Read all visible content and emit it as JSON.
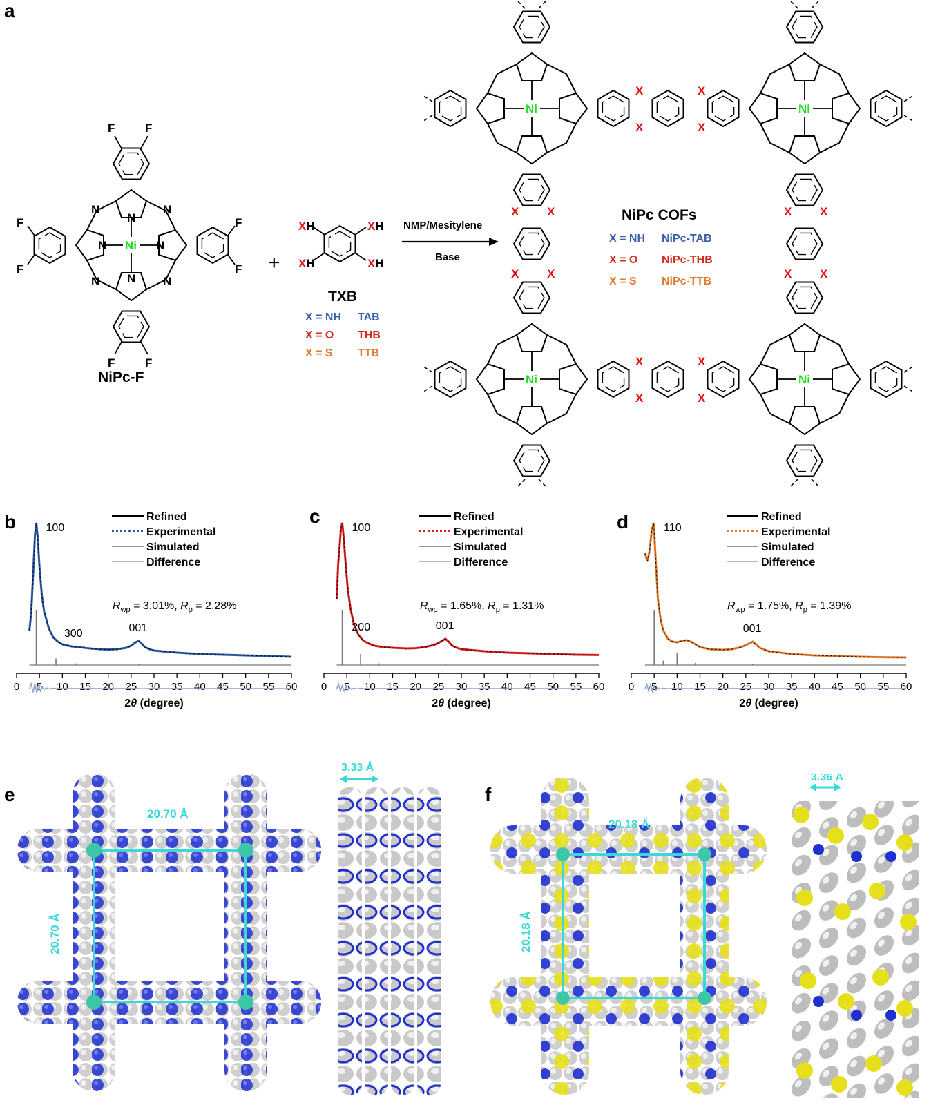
{
  "panels": {
    "a": "a",
    "b": "b",
    "c": "c",
    "d": "d",
    "e": "e",
    "f": "f"
  },
  "scheme": {
    "monomer_name": "NiPc-F",
    "monomer_labels": {
      "metal": "Ni",
      "nitrogen": "N",
      "fluorine": "F"
    },
    "plus": "+",
    "linker": {
      "substituent_prefix": "X",
      "substituent_suffix": "H",
      "name": "TXB",
      "variants": [
        {
          "x": "X = NH",
          "code": "TAB",
          "color": "#3a5fa8"
        },
        {
          "x": "X = O",
          "code": "THB",
          "color": "#d32b1e"
        },
        {
          "x": "X = S",
          "code": "TTB",
          "color": "#e07a2e"
        }
      ]
    },
    "conditions_top": "NMP/Mesitylene",
    "conditions_bottom": "Base",
    "product": {
      "title": "NiPc COFs",
      "variants": [
        {
          "x": "X = NH",
          "name": "NiPc-TAB",
          "color": "#3a5fa8"
        },
        {
          "x": "X = O",
          "name": "NiPc-THB",
          "color": "#d32b1e"
        },
        {
          "x": "X = S",
          "name": "NiPc-TTB",
          "color": "#e07a2e"
        }
      ],
      "linker_atom": "X"
    },
    "colors": {
      "ni": "#22dd22",
      "x_atom": "#e01010",
      "nh": "#3a5fa8",
      "o": "#d32b1e",
      "s": "#e07a2e"
    }
  },
  "chart_data": [
    {
      "type": "line",
      "panel": "b",
      "xlabel_prefix": "2",
      "xlabel_theta": "θ",
      "xlabel_suffix": " (degree)",
      "xticks": [
        "0",
        "5",
        "10",
        "15",
        "20",
        "25",
        "30",
        "35",
        "40",
        "45",
        "50",
        "55",
        "60"
      ],
      "xlim": [
        0,
        60
      ],
      "legend": [
        "Refined",
        "Experimental",
        "Simulated",
        "Difference"
      ],
      "experimental_color": "#2a5aa8",
      "stats": {
        "rwp": "3.01%",
        "rp": "2.28%"
      },
      "peak_labels": [
        {
          "text": "100",
          "x": 4.3
        },
        {
          "text": "300",
          "x": 12.5
        },
        {
          "text": "001",
          "x": 26.6
        }
      ],
      "experimental": {
        "x": [
          2.8,
          3.2,
          3.6,
          4.0,
          4.3,
          4.6,
          5.0,
          5.5,
          6.0,
          7.0,
          8.0,
          9.0,
          10.0,
          12.0,
          14.0,
          16.0,
          18.0,
          20.0,
          22.0,
          24.0,
          25.0,
          26.0,
          26.6,
          27.2,
          28.0,
          29.0,
          30.0,
          35.0,
          40.0,
          45.0,
          50.0,
          55.0,
          60.0
        ],
        "y": [
          0.22,
          0.35,
          0.62,
          0.9,
          1.0,
          0.9,
          0.68,
          0.48,
          0.36,
          0.24,
          0.17,
          0.14,
          0.12,
          0.105,
          0.098,
          0.09,
          0.085,
          0.082,
          0.085,
          0.095,
          0.11,
          0.135,
          0.145,
          0.13,
          0.1,
          0.085,
          0.075,
          0.06,
          0.05,
          0.045,
          0.04,
          0.035,
          0.03
        ]
      },
      "simulated_sticks": [
        {
          "x": 4.3,
          "h": 1.0
        },
        {
          "x": 8.6,
          "h": 0.12
        },
        {
          "x": 12.9,
          "h": 0.03
        },
        {
          "x": 26.7,
          "h": 0.02
        }
      ],
      "difference": {
        "x": [
          2.8,
          3.2,
          3.6,
          4.0,
          4.4,
          4.8,
          5.2,
          5.6,
          6.0,
          6.5,
          7.0,
          8.0,
          9.0,
          10.0,
          15.0,
          20.0,
          25.0,
          27.0,
          30.0,
          40.0,
          50.0,
          60.0
        ],
        "y": [
          0.0,
          0.55,
          -0.45,
          0.6,
          -0.5,
          0.45,
          -0.3,
          0.2,
          -0.12,
          0.08,
          -0.05,
          0.03,
          -0.02,
          0.0,
          0.01,
          0.0,
          0.02,
          -0.02,
          0.0,
          0.0,
          0.0,
          0.0
        ]
      }
    },
    {
      "type": "line",
      "panel": "c",
      "xlabel_prefix": "2",
      "xlabel_theta": "θ",
      "xlabel_suffix": " (degree)",
      "xticks": [
        "0",
        "5",
        "10",
        "15",
        "20",
        "25",
        "30",
        "35",
        "40",
        "45",
        "50",
        "55",
        "60"
      ],
      "xlim": [
        0,
        60
      ],
      "legend": [
        "Refined",
        "Experimental",
        "Simulated",
        "Difference"
      ],
      "experimental_color": "#d8201e",
      "stats": {
        "rwp": "1.65%",
        "rp": "1.31%"
      },
      "peak_labels": [
        {
          "text": "100",
          "x": 4.0
        },
        {
          "text": "200",
          "x": 8.2
        },
        {
          "text": "001",
          "x": 26.5
        }
      ],
      "experimental": {
        "x": [
          2.8,
          3.1,
          3.4,
          3.7,
          4.0,
          4.3,
          4.7,
          5.2,
          5.8,
          6.5,
          7.5,
          8.5,
          9.5,
          11.0,
          13.0,
          15.0,
          18.0,
          20.0,
          22.0,
          24.0,
          25.0,
          26.0,
          26.5,
          27.2,
          28.0,
          29.0,
          30.0,
          35.0,
          40.0,
          45.0,
          50.0,
          55.0,
          60.0
        ],
        "y": [
          0.45,
          0.7,
          0.82,
          0.95,
          1.0,
          0.9,
          0.72,
          0.52,
          0.38,
          0.27,
          0.19,
          0.15,
          0.13,
          0.11,
          0.1,
          0.095,
          0.09,
          0.092,
          0.1,
          0.115,
          0.13,
          0.15,
          0.16,
          0.14,
          0.11,
          0.095,
          0.085,
          0.07,
          0.06,
          0.055,
          0.05,
          0.045,
          0.043
        ]
      },
      "simulated_sticks": [
        {
          "x": 4.0,
          "h": 1.0
        },
        {
          "x": 8.0,
          "h": 0.2
        },
        {
          "x": 12.0,
          "h": 0.03
        },
        {
          "x": 26.5,
          "h": 0.02
        }
      ],
      "difference": {
        "x": [
          2.8,
          3.2,
          3.6,
          4.0,
          4.4,
          4.8,
          5.2,
          5.6,
          6.0,
          6.5,
          7.0,
          8.0,
          9.0,
          10.0,
          15.0,
          20.0,
          25.0,
          27.0,
          30.0,
          40.0,
          50.0,
          60.0
        ],
        "y": [
          0.0,
          0.55,
          -0.3,
          0.35,
          -0.3,
          0.25,
          -0.15,
          0.12,
          -0.08,
          0.05,
          -0.03,
          0.02,
          0.0,
          0.01,
          0.0,
          0.0,
          0.01,
          -0.01,
          0.0,
          0.0,
          0.0,
          0.0
        ]
      }
    },
    {
      "type": "line",
      "panel": "d",
      "xlabel_prefix": "2",
      "xlabel_theta": "θ",
      "xlabel_suffix": " (degree)",
      "xticks": [
        "0",
        "5",
        "10",
        "15",
        "20",
        "25",
        "30",
        "35",
        "40",
        "45",
        "50",
        "55",
        "60"
      ],
      "xlim": [
        0,
        60
      ],
      "legend": [
        "Refined",
        "Experimental",
        "Simulated",
        "Difference"
      ],
      "experimental_color": "#e07a2e",
      "stats": {
        "rwp": "1.75%",
        "rp": "1.39%"
      },
      "peak_labels": [
        {
          "text": "110",
          "x": 5.0
        },
        {
          "text": "001",
          "x": 26.5
        }
      ],
      "experimental": {
        "x": [
          3.0,
          3.5,
          4.0,
          4.5,
          4.9,
          5.3,
          5.8,
          6.4,
          7.0,
          8.0,
          9.0,
          10.0,
          11.0,
          12.0,
          13.0,
          14.0,
          15.0,
          17.0,
          20.0,
          22.0,
          24.0,
          25.0,
          26.0,
          26.5,
          27.2,
          28.0,
          30.0,
          35.0,
          40.0,
          45.0,
          50.0,
          55.0,
          60.0
        ],
        "y": [
          0.78,
          0.72,
          0.8,
          0.95,
          1.0,
          0.75,
          0.45,
          0.3,
          0.22,
          0.16,
          0.14,
          0.135,
          0.145,
          0.15,
          0.14,
          0.12,
          0.1,
          0.085,
          0.08,
          0.085,
          0.1,
          0.115,
          0.13,
          0.14,
          0.12,
          0.095,
          0.07,
          0.05,
          0.04,
          0.035,
          0.03,
          0.027,
          0.025
        ]
      },
      "simulated_sticks": [
        {
          "x": 5.0,
          "h": 1.0
        },
        {
          "x": 7.0,
          "h": 0.08
        },
        {
          "x": 10.0,
          "h": 0.22
        },
        {
          "x": 14.0,
          "h": 0.04
        },
        {
          "x": 26.5,
          "h": 0.02
        }
      ],
      "difference": {
        "x": [
          3.0,
          3.4,
          3.8,
          4.2,
          4.6,
          5.0,
          5.4,
          5.8,
          6.2,
          7.0,
          8.0,
          9.0,
          10.0,
          15.0,
          20.0,
          25.0,
          27.0,
          30.0,
          40.0,
          50.0,
          60.0
        ],
        "y": [
          0.0,
          0.5,
          -0.3,
          0.45,
          -0.35,
          0.3,
          -0.2,
          0.12,
          -0.07,
          0.04,
          -0.02,
          0.01,
          0.0,
          0.0,
          0.0,
          0.01,
          -0.01,
          0.0,
          0.0,
          0.0,
          0.0
        ]
      }
    }
  ],
  "structure_e": {
    "cell_top": "20.70 Å",
    "cell_side": "20.70 Å",
    "stacking": "3.33 Å",
    "colors": {
      "cell": "#3ad8d8",
      "carbon": "#c8c8c8",
      "nitrogen": "#1f2fd0",
      "metal": "#3cc8a8"
    }
  },
  "structure_f": {
    "cell_top": "20.18 Å",
    "cell_side": "20.18 Å",
    "stacking": "3.36 Å",
    "colors": {
      "cell": "#3ad8d8",
      "carbon": "#c8c8c8",
      "nitrogen": "#1f2fd0",
      "sulfur": "#e6e01c",
      "metal": "#3cc8a8"
    }
  }
}
